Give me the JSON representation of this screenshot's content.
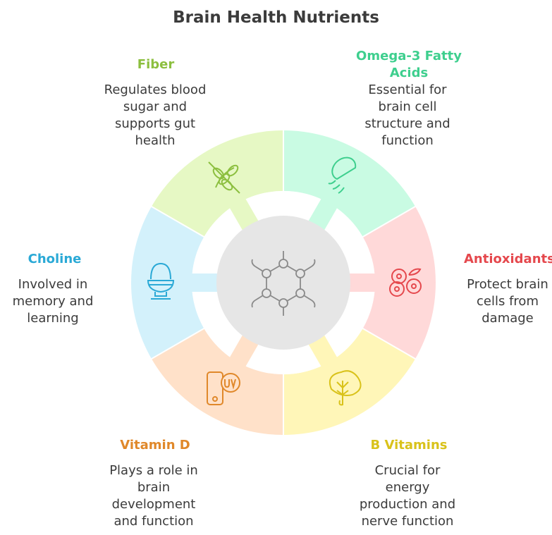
{
  "title": "Brain Health Nutrients",
  "nutrients": [
    {
      "key": "fiber",
      "label": "Fiber",
      "description": [
        "Regulates blood",
        "sugar and",
        "supports gut",
        "health"
      ],
      "color": "#8cbf3f",
      "fill": "#e6f8c4",
      "icon": "no-wheat-icon"
    },
    {
      "key": "omega",
      "label": [
        "Omega-3 Fatty",
        "Acids"
      ],
      "description": [
        "Essential for",
        "brain cell",
        "structure and",
        "function"
      ],
      "color": "#3ecf8e",
      "fill": "#c9fbe3",
      "icon": "jellyfish-icon"
    },
    {
      "key": "antioxidants",
      "label": "Antioxidants",
      "description": [
        "Protect brain",
        "cells from",
        "damage"
      ],
      "color": "#e5484d",
      "fill": "#ffd9d9",
      "icon": "berries-icon"
    },
    {
      "key": "bvitamins",
      "label": "B Vitamins",
      "description": [
        "Crucial for",
        "energy",
        "production and",
        "nerve function"
      ],
      "color": "#d9c21a",
      "fill": "#fff6b8",
      "icon": "brain-tree-icon"
    },
    {
      "key": "vitamind",
      "label": "Vitamin D",
      "description": [
        "Plays a role in",
        "brain",
        "development",
        "and function"
      ],
      "color": "#e0882a",
      "fill": "#ffe1c9",
      "icon": "uv-phone-icon"
    },
    {
      "key": "choline",
      "label": "Choline",
      "description": [
        "Involved in",
        "memory and",
        "learning"
      ],
      "color": "#2aa9d6",
      "fill": "#d3f1fb",
      "icon": "egg-cup-icon"
    }
  ],
  "center": {
    "icon": "molecule-icon",
    "fill": "#e6e6e6"
  }
}
